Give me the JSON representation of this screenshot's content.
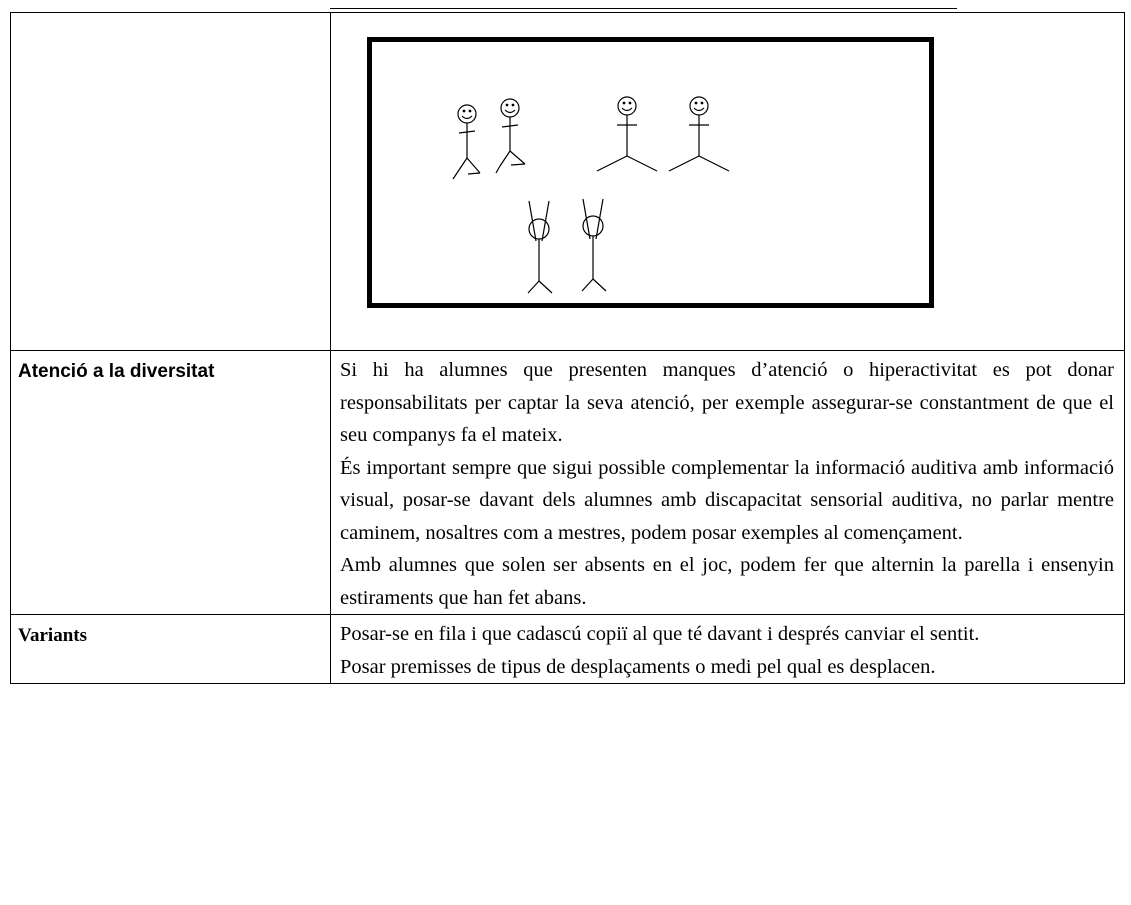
{
  "rows": [
    {
      "label": "",
      "figure": "stick-figures-diagram"
    },
    {
      "label": "Atenció a la diversitat",
      "paragraphs": [
        "Si hi ha alumnes que presenten manques d’atenció o hiperactivitat es pot donar responsabilitats per captar la seva atenció, per exemple assegurar-se constantment de que el seu companys fa el mateix.",
        "És important  sempre que sigui possible complementar la informació auditiva amb informació visual, posar-se davant dels alumnes amb discapacitat sensorial auditiva, no parlar mentre caminem, nosaltres com a mestres, podem posar exemples al començament.",
        "Amb alumnes que solen ser absents en el joc, podem fer que alternin la parella i ensenyin estiraments que han fet abans."
      ]
    },
    {
      "label": "Variants",
      "paragraphs": [
        "Posar-se en fila i que cadascú copiï al que té davant i després canviar el sentit.",
        "Posar premisses de tipus de desplaçaments o medi pel qual es desplacen."
      ]
    }
  ]
}
